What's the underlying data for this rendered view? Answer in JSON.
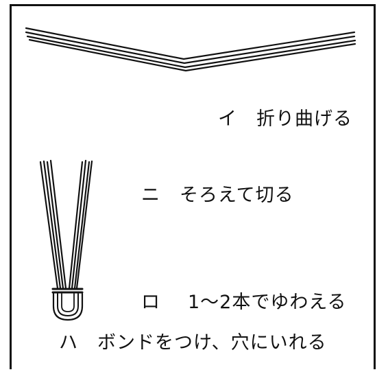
{
  "steps": [
    {
      "mark": "イ",
      "text": "折り曲げる"
    },
    {
      "mark": "ニ",
      "text": "そろえて切る"
    },
    {
      "mark": "ロ",
      "text": "1～2本でゆわえる"
    },
    {
      "mark": "ハ",
      "text": "ボンドをつけ、穴にいれる"
    }
  ]
}
